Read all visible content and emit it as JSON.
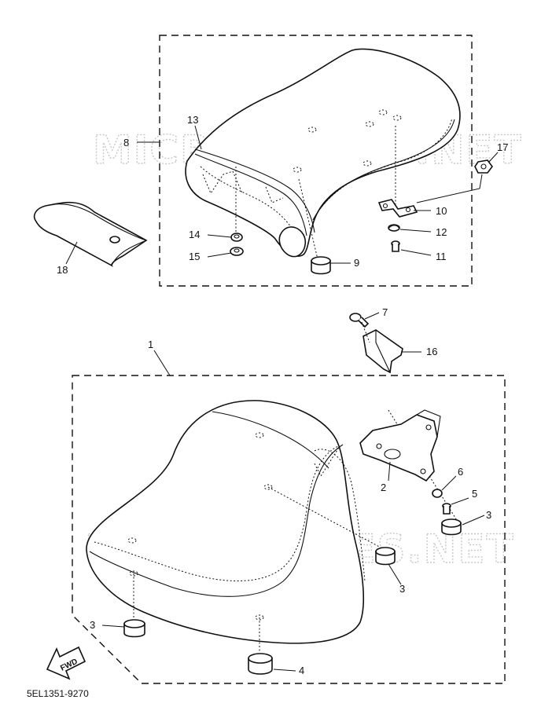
{
  "watermark": "MICROFICHES.NET",
  "diagram_code": "5EL1351-9270",
  "fwd_label": "FWD",
  "parts": {
    "p1": "1",
    "p2": "2",
    "p3a": "3",
    "p3b": "3",
    "p3c": "3",
    "p4": "4",
    "p5": "5",
    "p6": "6",
    "p7": "7",
    "p8": "8",
    "p9": "9",
    "p10": "10",
    "p11": "11",
    "p12": "12",
    "p13": "13",
    "p14": "14",
    "p15": "15",
    "p16": "16",
    "p17": "17",
    "p18": "18"
  }
}
